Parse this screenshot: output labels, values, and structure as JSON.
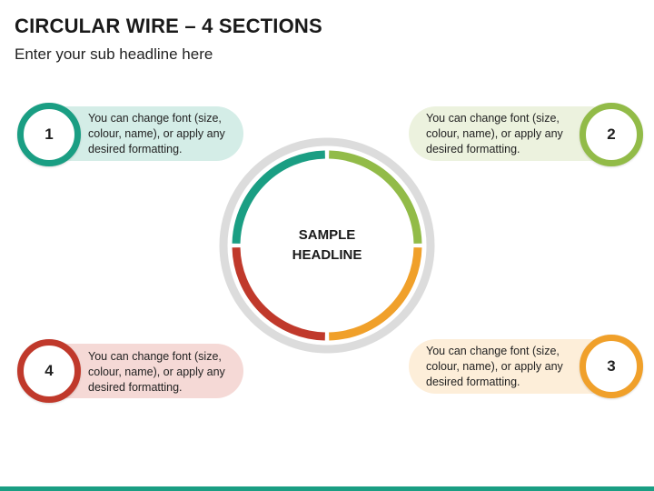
{
  "header": {
    "title": "CIRCULAR WIRE – 4 SECTIONS",
    "subtitle": "Enter your sub headline here"
  },
  "center": {
    "line1": "SAMPLE",
    "line2": "HEADLINE"
  },
  "sections": [
    {
      "number": "1",
      "text": "You can change font (size, colour, name), or apply any desired formatting.",
      "color": "#1a9e83",
      "tint": "#d4ede7"
    },
    {
      "number": "2",
      "text": "You can change font (size, colour, name), or apply any desired formatting.",
      "color": "#92bb48",
      "tint": "#ecf2de"
    },
    {
      "number": "3",
      "text": "You can change font (size, colour, name), or apply any desired formatting.",
      "color": "#f0a02a",
      "tint": "#fdeed9"
    },
    {
      "number": "4",
      "text": "You can change font (size, colour, name), or apply any desired formatting.",
      "color": "#c0392b",
      "tint": "#f5d9d6"
    }
  ],
  "colors": {
    "outer_ring": "#dcdcdc",
    "footer_bar": "#1a9e83"
  }
}
